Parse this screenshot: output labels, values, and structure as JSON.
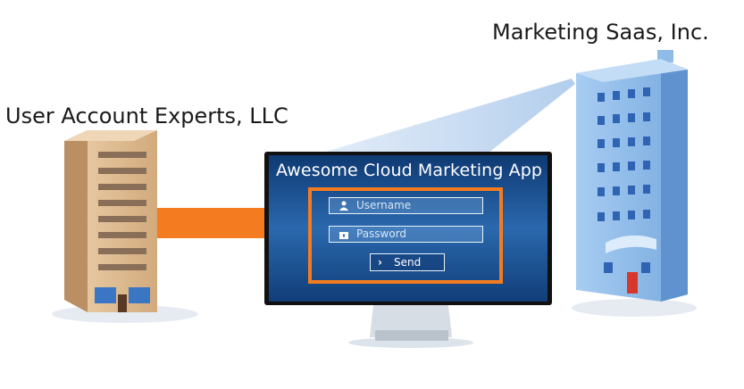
{
  "labels": {
    "left_company": "User Account Experts, LLC",
    "right_company": "Marketing Saas, Inc."
  },
  "app": {
    "title": "Awesome Cloud Marketing App",
    "username_placeholder": "Username",
    "password_placeholder": "Password",
    "send_label": "Send"
  },
  "colors": {
    "arrow": "#f47b20",
    "highlight_border": "#f47b20",
    "screen": "#1d4f8f",
    "left_building": "#d8b48a",
    "right_building": "#7fb2e6"
  },
  "icons": {
    "username": "user-icon",
    "password": "lock-icon",
    "send": "chevron-right-icon"
  }
}
